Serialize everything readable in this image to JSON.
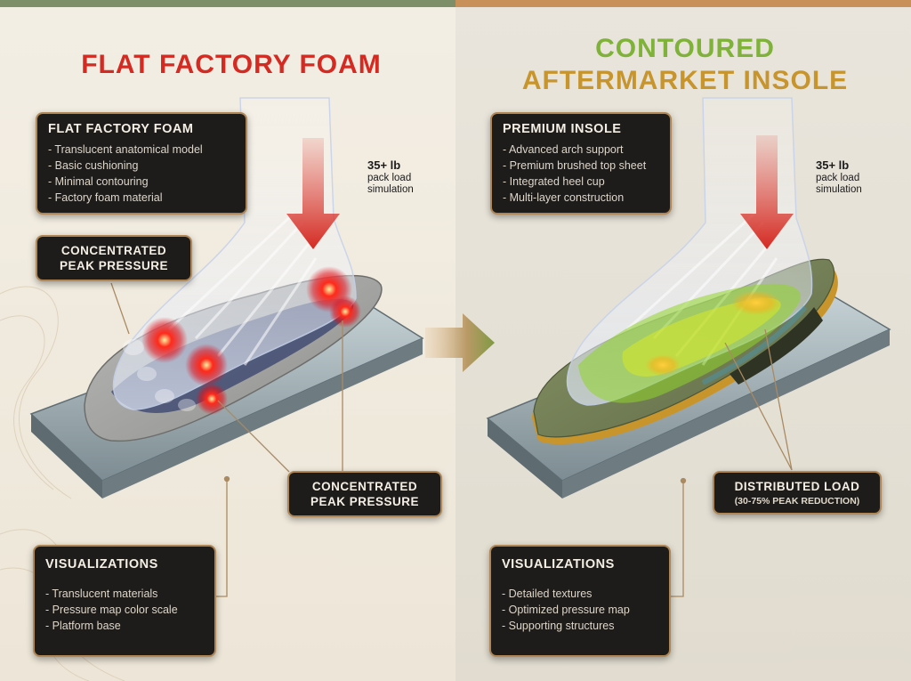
{
  "left": {
    "title": "FLAT FACTORY FOAM",
    "spec_box": {
      "heading": "FLAT FACTORY FOAM",
      "items": [
        "- Translucent anatomical model",
        "- Basic cushioning",
        "- Minimal contouring",
        "- Factory foam material"
      ]
    },
    "callout_top": {
      "line1": "CONCENTRATED",
      "line2": "PEAK PRESSURE"
    },
    "callout_bottom": {
      "line1": "CONCENTRATED",
      "line2": "PEAK PRESSURE"
    },
    "load": {
      "value": "35+ lb",
      "line1": "pack load",
      "line2": "simulation"
    },
    "vis_box": {
      "heading": "VISUALIZATIONS",
      "items": [
        "- Translucent materials",
        "- Pressure map color scale",
        "- Platform base"
      ]
    }
  },
  "right": {
    "title_line1": "CONTOURED",
    "title_line2": "AFTERMARKET INSOLE",
    "spec_box": {
      "heading": "PREMIUM INSOLE",
      "items": [
        "- Advanced arch support",
        "- Premium brushed top sheet",
        "- Integrated heel cup",
        "- Multi-layer construction"
      ]
    },
    "load": {
      "value": "35+ lb",
      "line1": "pack load",
      "line2": "simulation"
    },
    "callout": {
      "line1": "DISTRIBUTED LOAD",
      "sub": "(30-75% PEAK REDUCTION)"
    },
    "vis_box": {
      "heading": "VISUALIZATIONS",
      "items": [
        "- Detailed textures",
        "- Optimized pressure map",
        "- Supporting structures"
      ]
    }
  },
  "colors": {
    "left_title": "#d42a22",
    "right_title_1": "#7fb238",
    "right_title_2": "#c8952d",
    "box_bg": "#1e1c1a",
    "box_border": "#b08654",
    "peak_pressure": "#ff2a1a",
    "distributed_pressure": "#8fd62a"
  }
}
